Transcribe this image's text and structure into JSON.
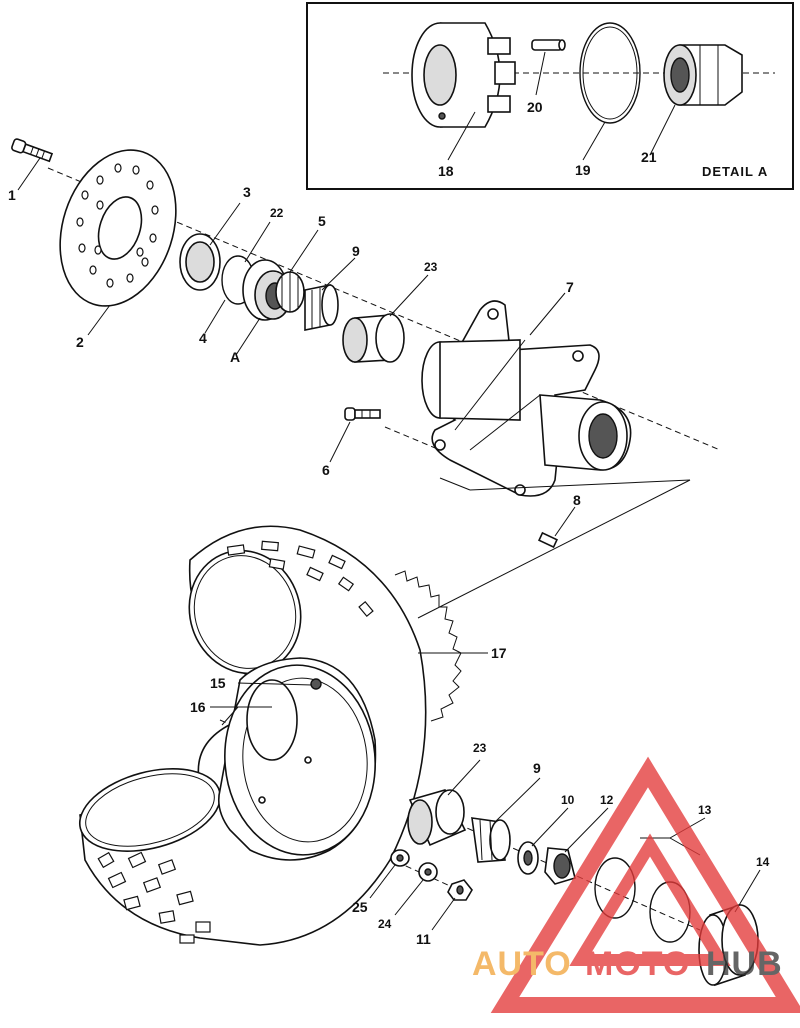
{
  "detail": {
    "title": "DETAIL A",
    "labels": {
      "p18": "18",
      "p19": "19",
      "p20": "20",
      "p21": "21"
    }
  },
  "hub_assembly": {
    "labels": {
      "p1": "1",
      "p2": "2",
      "p3": "3",
      "p22": "22",
      "p5": "5",
      "p4": "4",
      "pA": "A",
      "p9": "9",
      "p23": "23",
      "p7": "7",
      "p6": "6",
      "p8": "8"
    }
  },
  "wheel_assembly": {
    "labels": {
      "p17": "17",
      "p15": "15",
      "p16": "16",
      "p23": "23",
      "p9": "9",
      "p10": "10",
      "p12": "12",
      "p13": "13",
      "p14": "14",
      "p25": "25",
      "p24": "24",
      "p11": "11"
    }
  },
  "watermark": {
    "part1": "AUTO",
    "part2": "MOTO",
    "part3": "HUB",
    "colors": {
      "red": "#e43b3b",
      "orange": "#f2a640",
      "dark": "#3a3a3a"
    }
  }
}
